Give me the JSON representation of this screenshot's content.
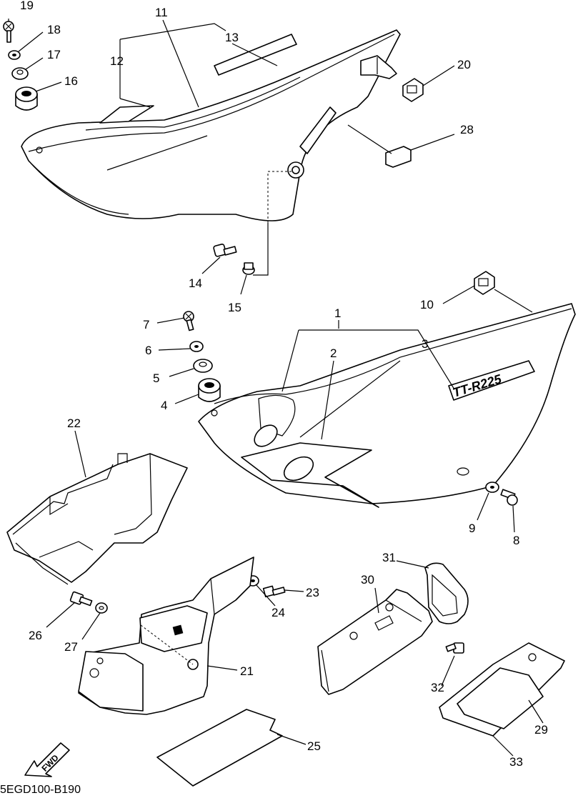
{
  "callouts": [
    "1",
    "2",
    "3",
    "4",
    "5",
    "6",
    "7",
    "8",
    "9",
    "10",
    "11",
    "12",
    "13",
    "14",
    "15",
    "16",
    "17",
    "18",
    "19",
    "20",
    "21",
    "22",
    "23",
    "24",
    "25",
    "26",
    "27",
    "28",
    "29",
    "30",
    "31",
    "32",
    "33"
  ],
  "decal_text": "TT-R225",
  "fwd_label": "FWD",
  "diagram_code": "5EGD100-B190"
}
